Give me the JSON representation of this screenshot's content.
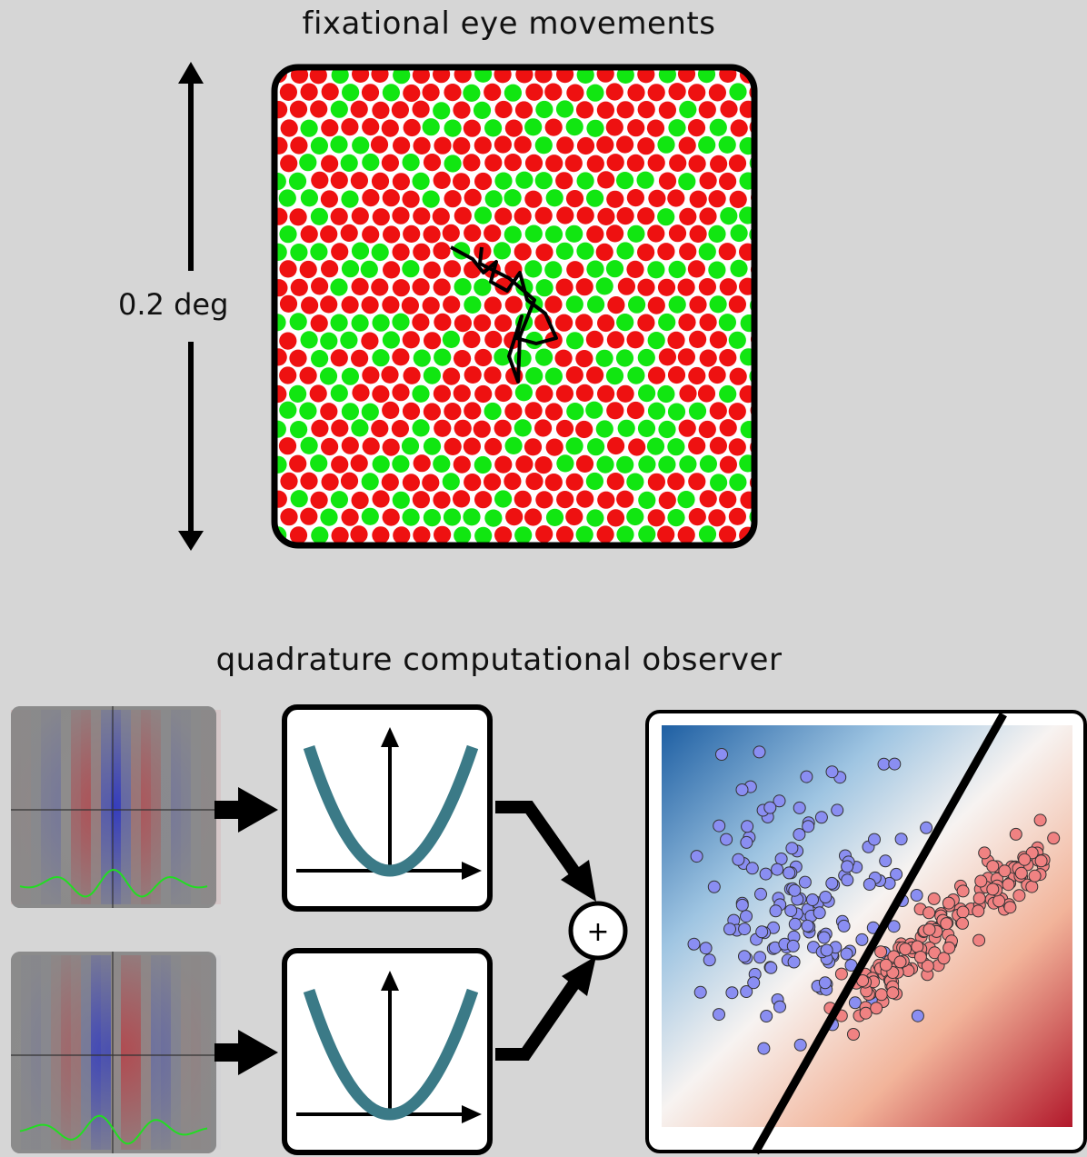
{
  "diagram": {
    "top_title": "fixational eye movements",
    "scale_label": "0.2 deg",
    "bottom_title": "quadrature computational observer",
    "sum_symbol": "+"
  },
  "colors": {
    "background": "#d6d6d6",
    "l_cone": "#ee1111",
    "m_cone": "#11e611",
    "nonlinearity_curve": "#3b7a87",
    "class_a_point": "#8a8ef2",
    "class_b_point": "#f08282",
    "trace": "#000000",
    "filter_trace": "#22dd22"
  }
}
